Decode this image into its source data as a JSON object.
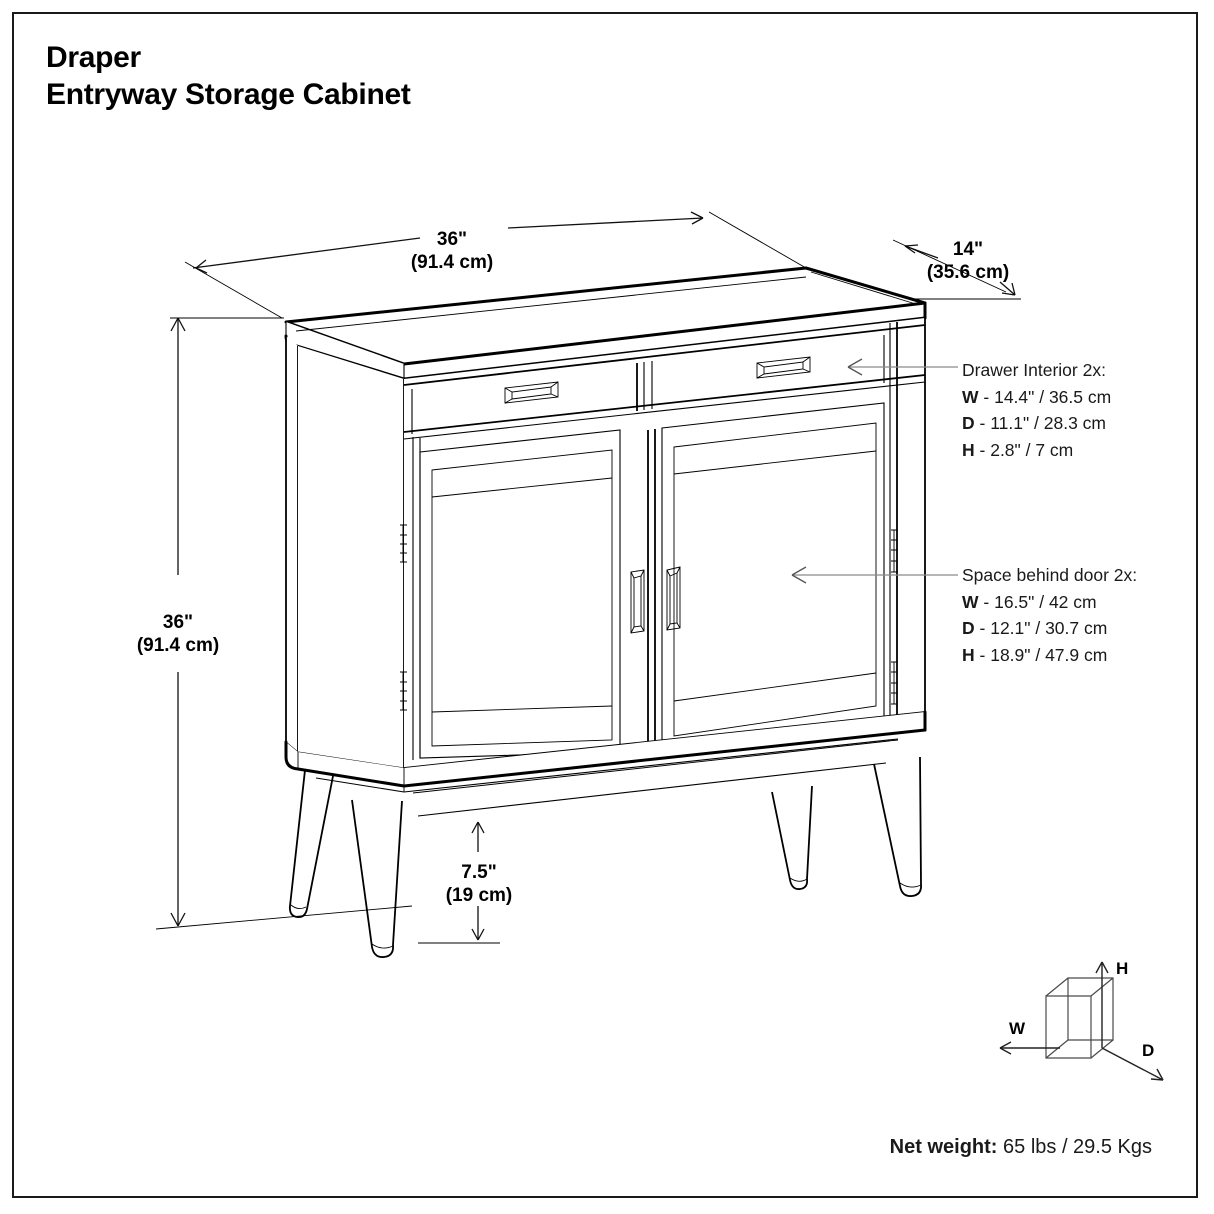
{
  "document": {
    "title_line1": "Draper",
    "title_line2": "Entryway Storage Cabinet",
    "product_name": "Draper Entryway Storage Cabinet",
    "drawing_type": "dimension-diagram",
    "line_color": "#000000",
    "background_color": "#ffffff",
    "leader_color": "#8a8a8a"
  },
  "dimensions": {
    "width": {
      "label": "36\"",
      "metric": "(91.4 cm)",
      "axis": "W"
    },
    "depth": {
      "label": "14\"",
      "metric": "(35.6 cm)",
      "axis": "D"
    },
    "height": {
      "label": "36\"",
      "metric": "(91.4 cm)",
      "axis": "H"
    },
    "leg_clearance": {
      "label": "7.5\"",
      "metric": "(19 cm)",
      "axis": "H"
    }
  },
  "callouts": [
    {
      "id": "drawer-interior",
      "heading": "Drawer Interior 2x:",
      "specs": [
        {
          "key": "W",
          "value": "- 14.4\" / 36.5 cm"
        },
        {
          "key": "D",
          "value": "- 11.1\" / 28.3 cm"
        },
        {
          "key": "H",
          "value": "- 2.8\" / 7 cm"
        }
      ]
    },
    {
      "id": "space-behind-door",
      "heading": "Space behind door 2x:",
      "specs": [
        {
          "key": "W",
          "value": "- 16.5\" / 42 cm"
        },
        {
          "key": "D",
          "value": "- 12.1\" / 30.7 cm"
        },
        {
          "key": "H",
          "value": "- 18.9\" / 47.9 cm"
        }
      ]
    }
  ],
  "axis_legend": {
    "height_label": "H",
    "width_label": "W",
    "depth_label": "D"
  },
  "footer": {
    "net_weight_label": "Net weight:",
    "net_weight_value": "65 lbs / 29.5 Kgs"
  }
}
